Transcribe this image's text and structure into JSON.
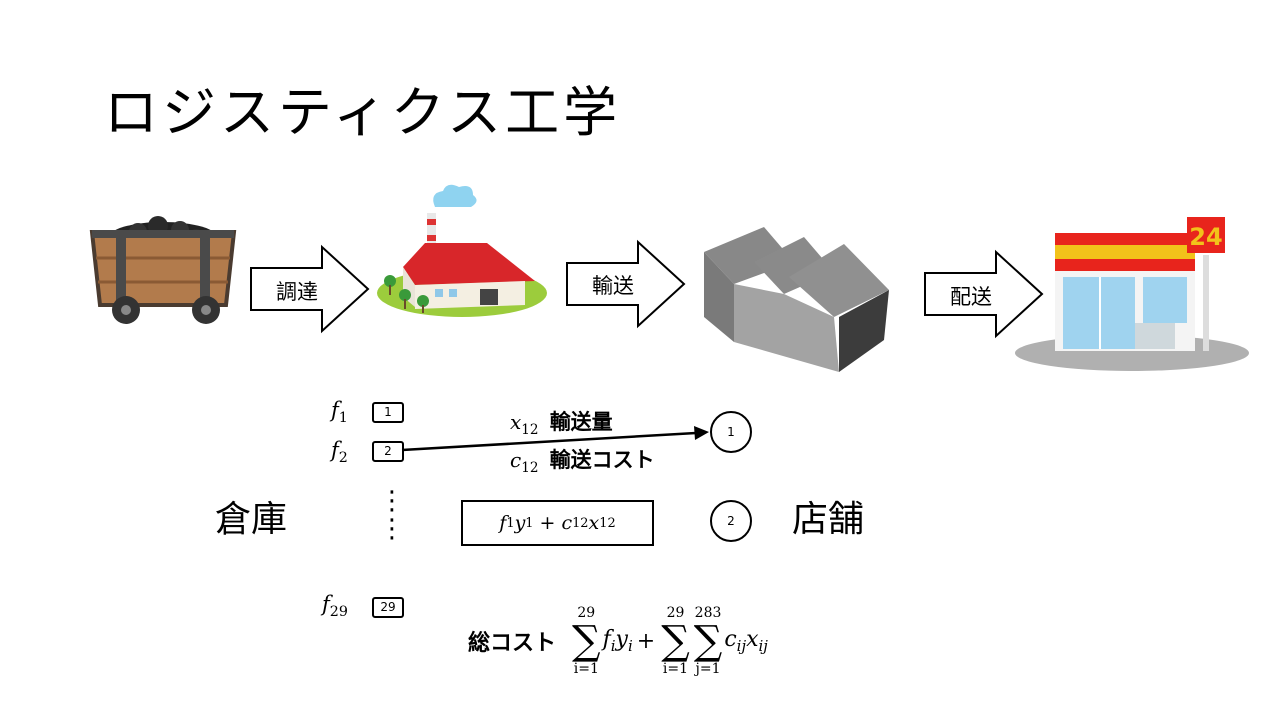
{
  "title": "ロジスティクス工学",
  "flow": {
    "procure_label": "調達",
    "transport_label": "輸送",
    "deliver_label": "配送",
    "store_sign": "24"
  },
  "labels": {
    "warehouse": "倉庫",
    "store": "店舗",
    "transport_qty": "輸送量",
    "transport_cost": "輸送コスト",
    "total_cost": "総コスト"
  },
  "warehouses": [
    {
      "f": "f",
      "sub": "1",
      "id": "1"
    },
    {
      "f": "f",
      "sub": "2",
      "id": "2"
    },
    {
      "f": "f",
      "sub": "29",
      "id": "29"
    }
  ],
  "stores": [
    {
      "id": "1"
    },
    {
      "id": "2"
    }
  ],
  "edge": {
    "x_var": "x",
    "x_sub": "12",
    "c_var": "c",
    "c_sub": "12"
  },
  "box_formula": {
    "f": "f",
    "f_sub": "1",
    "y": "y",
    "y_sub": "1",
    "plus": "+",
    "c": "c",
    "c_sub": "12",
    "x": "x",
    "x_sub": "12"
  },
  "total_formula": {
    "sum1_top": "29",
    "sum1_bottom": "i=1",
    "term1": "f",
    "term1_sub": "i",
    "term1b": "y",
    "term1b_sub": "i",
    "plus": "+",
    "sum2_top": "29",
    "sum2_bottom": "i=1",
    "sum3_top": "283",
    "sum3_bottom": "j=1",
    "term2": "c",
    "term2_sub": "ij",
    "term2b": "x",
    "term2b_sub": "ij",
    "sigma": "∑"
  },
  "ellipsis": "⋮"
}
